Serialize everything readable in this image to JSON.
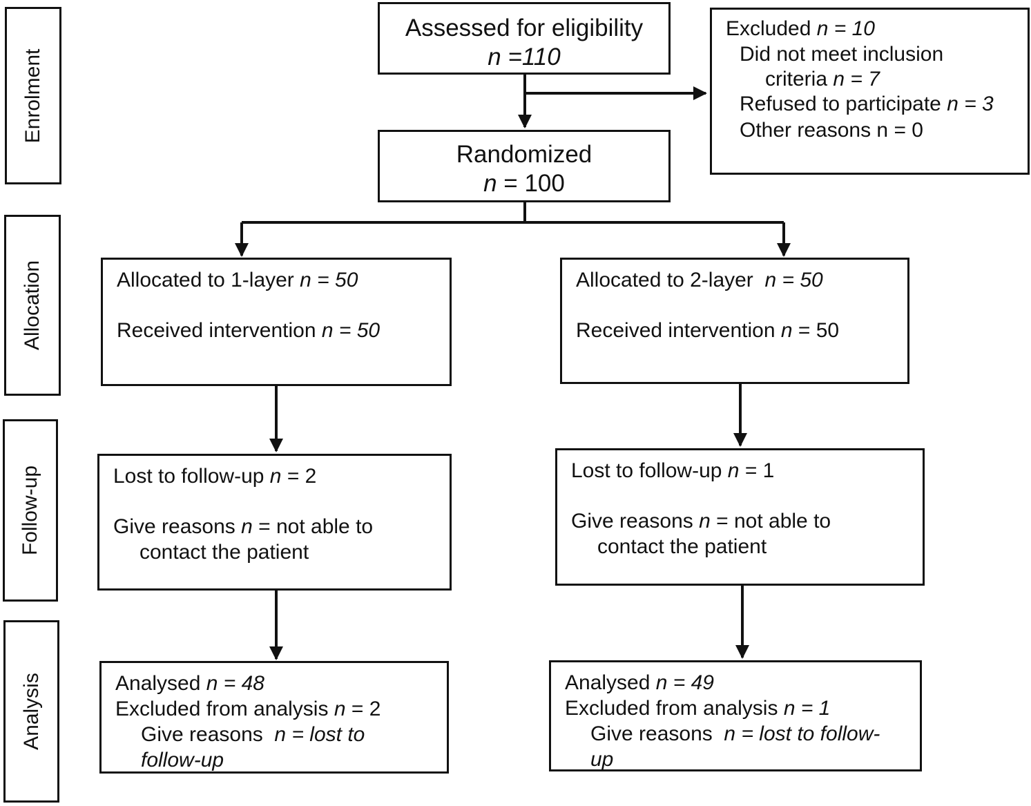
{
  "phases": {
    "enrolment": "Enrolment",
    "allocation": "Allocation",
    "followup": "Follow-up",
    "analysis": "Analysis"
  },
  "assessed": {
    "label": "Assessed for eligibility",
    "count": "n =110"
  },
  "excluded": {
    "label": "Excluded ",
    "label_n": "n = 10",
    "inclusion_1": "Did not meet inclusion",
    "inclusion_2": "criteria ",
    "inclusion_n": "n = 7",
    "refused": "Refused to participate ",
    "refused_n": "n = 3",
    "other": "Other reasons n = 0"
  },
  "randomized": {
    "label": "Randomized",
    "n_sym": "n",
    "count": " = 100"
  },
  "arm1": {
    "allocated": "Allocated to 1-layer ",
    "allocated_n": "n = 50",
    "received": "Received intervention ",
    "received_n": "n = 50",
    "lost": "Lost to follow-up ",
    "lost_n_sym": "n",
    "lost_n": " = 2",
    "reasons": "Give reasons ",
    "reasons_n_sym": "n",
    "reasons_text": " = not able to",
    "reasons_2": "contact the patient",
    "analysed": "Analysed ",
    "analysed_n": "n = 48",
    "excl": "Excluded from analysis ",
    "excl_n_sym": "n",
    "excl_n": " = 2",
    "give": "Give reasons  ",
    "give_n": "n = lost to",
    "give_2": "follow-up"
  },
  "arm2": {
    "allocated": "Allocated to 2-layer  ",
    "allocated_n": "n = 50",
    "received": "Received intervention ",
    "received_n_sym": "n",
    "received_n": " = 50",
    "lost": "Lost to follow-up ",
    "lost_n_sym": "n",
    "lost_n": " = 1",
    "reasons": "Give reasons ",
    "reasons_n_sym": "n",
    "reasons_text": " = not able to",
    "reasons_2": "contact the patient",
    "analysed": "Analysed ",
    "analysed_n": "n = 49",
    "excl": "Excluded from analysis ",
    "excl_n": "n = 1",
    "give": "Give reasons  ",
    "give_n": "n = lost to follow-",
    "give_2": "up"
  }
}
